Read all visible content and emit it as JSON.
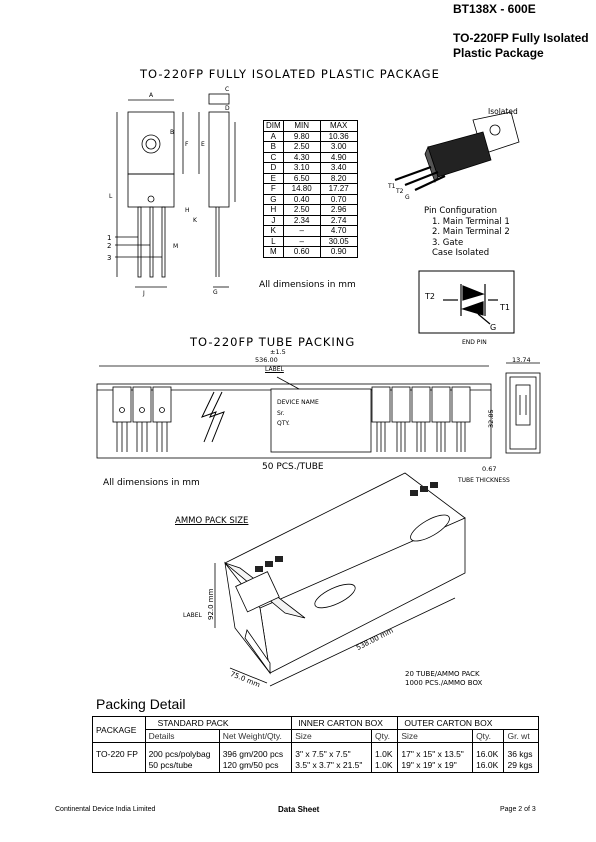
{
  "header": {
    "part_number": "BT138X - 600E",
    "package_title_line1": "TO-220FP Fully Isolated",
    "package_title_line2": "Plastic Package"
  },
  "section1": {
    "title": "TO-220FP  FULLY  ISOLATED  PLASTIC  PACKAGE",
    "dim_table": {
      "headers": [
        "DIM",
        "MIN",
        "MAX"
      ],
      "rows": [
        [
          "A",
          "9.80",
          "10.36"
        ],
        [
          "B",
          "2.50",
          "3.00"
        ],
        [
          "C",
          "4.30",
          "4.90"
        ],
        [
          "D",
          "3.10",
          "3.40"
        ],
        [
          "E",
          "6.50",
          "8.20"
        ],
        [
          "F",
          "14.80",
          "17.27"
        ],
        [
          "G",
          "0.40",
          "0.70"
        ],
        [
          "H",
          "2.50",
          "2.96"
        ],
        [
          "J",
          "2.34",
          "2.74"
        ],
        [
          "K",
          "–",
          "4.70"
        ],
        [
          "L",
          "–",
          "30.05"
        ],
        [
          "M",
          "0.60",
          "0.90"
        ]
      ]
    },
    "dims_note": "All dimensions in mm",
    "isolated_label": "Isolated",
    "pin_labels": [
      "T1",
      "T2",
      "G"
    ],
    "pin_config": {
      "title": "Pin Configuration",
      "items": [
        "1. Main Terminal 1",
        "2. Main Terminal 2",
        "3. Gate",
        "Case Isolated"
      ]
    },
    "symbol_labels": {
      "t2": "T2",
      "t1": "T1",
      "g": "G"
    },
    "drawing_letters": [
      "A",
      "B",
      "C",
      "D",
      "E",
      "F",
      "G",
      "H",
      "J",
      "K",
      "L",
      "M",
      "1",
      "2",
      "3"
    ]
  },
  "section2": {
    "title": "TO-220FP  TUBE  PACKING",
    "length": "536.00",
    "tolerance": "±1.5",
    "label": "LABEL",
    "label_box": [
      "DEVICE NAME",
      "Sr.",
      "QTY."
    ],
    "pcs_tube": "50 PCS./TUBE",
    "dims_note": "All dimensions in mm",
    "end_pin": "END PIN",
    "width": "13.74",
    "height": "32.85",
    "thickness_value": "0.67",
    "tube_thickness": "TUBE THICKNESS"
  },
  "section3": {
    "title": "AMMO  PACK  SIZE",
    "height_dim": "92.0 mm",
    "label": "LABEL",
    "length_dim": "538.00 mm",
    "depth_dim": "75.0 mm",
    "note_line1": "20 TUBE/AMMO PACK",
    "note_line2": "1000 PCS./AMMO BOX"
  },
  "packing_detail": {
    "title": "Packing Detail",
    "group_headers": [
      "PACKAGE",
      "STANDARD PACK",
      "INNER CARTON BOX",
      "OUTER CARTON BOX"
    ],
    "sub_headers": [
      "Details",
      "Net Weight/Qty.",
      "Size",
      "Qty.",
      "Size",
      "Qty.",
      "Gr. wt"
    ],
    "row": {
      "package": "TO-220 FP",
      "details": [
        "200 pcs/polybag",
        "50 pcs/tube"
      ],
      "net_weight": [
        "396 gm/200 pcs",
        "120 gm/50 pcs"
      ],
      "inner_size": [
        "3\" x 7.5\" x 7.5\"",
        "3.5\" x 3.7\" x 21.5\""
      ],
      "inner_qty": [
        "1.0K",
        "1.0K"
      ],
      "outer_size": [
        "17\" x 15\" x 13.5\"",
        "19\" x 19\" x 19\""
      ],
      "outer_qty": [
        "16.0K",
        "16.0K"
      ],
      "gross_wt": [
        "36 kgs",
        "29 kgs"
      ]
    }
  },
  "footer": {
    "company": "Continental Device India Limited",
    "doc_type": "Data Sheet",
    "page": "Page 2 of 3"
  }
}
